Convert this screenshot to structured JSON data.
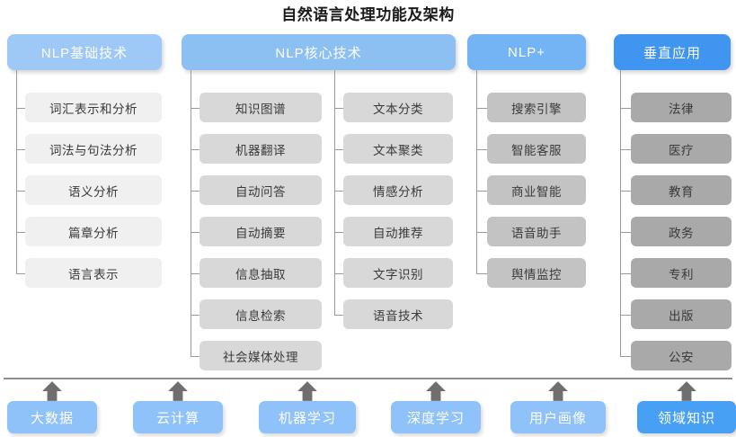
{
  "title": "自然语言处理功能及架构",
  "colors": {
    "header_basic": "#9ec8f5",
    "header_core": "#8cc0f2",
    "header_plus": "#74b4f5",
    "header_vertical": "#3f95f0",
    "item_basic": "#f0f0f0",
    "item_core": "#d8d8d8",
    "item_plus": "#c3c3c3",
    "item_vertical": "#a9a9a9",
    "line": "#9a9a9a",
    "arrow": "#6f6f6f",
    "foundation": "#8ec2f8",
    "foundation_last": "#48a0f5",
    "title_text": "#1a1a1a"
  },
  "columns": [
    {
      "key": "basic",
      "header": "NLP基础技术",
      "groups": [
        {
          "items": [
            "词汇表示和分析",
            "词法与句法分析",
            "语义分析",
            "篇章分析",
            "语言表示"
          ]
        }
      ]
    },
    {
      "key": "core",
      "header": "NLP核心技术",
      "groups": [
        {
          "items": [
            "知识图谱",
            "机器翻译",
            "自动问答",
            "自动摘要",
            "信息抽取",
            "信息检索",
            "社会媒体处理"
          ]
        },
        {
          "items": [
            "文本分类",
            "文本聚类",
            "情感分析",
            "自动推荐",
            "文字识别",
            "语音技术"
          ]
        }
      ]
    },
    {
      "key": "plus",
      "header": "NLP+",
      "groups": [
        {
          "items": [
            "搜索引擎",
            "智能客服",
            "商业智能",
            "语音助手",
            "舆情监控"
          ]
        }
      ]
    },
    {
      "key": "vertical",
      "header": "垂直应用",
      "groups": [
        {
          "items": [
            "法律",
            "医疗",
            "教育",
            "政务",
            "专利",
            "出版",
            "公安"
          ]
        }
      ]
    }
  ],
  "foundation": {
    "items": [
      "大数据",
      "云计算",
      "机器学习",
      "深度学习",
      "用户画像",
      "领域知识"
    ],
    "arrow_icon": "up-arrow-icon"
  },
  "watermark": ""
}
